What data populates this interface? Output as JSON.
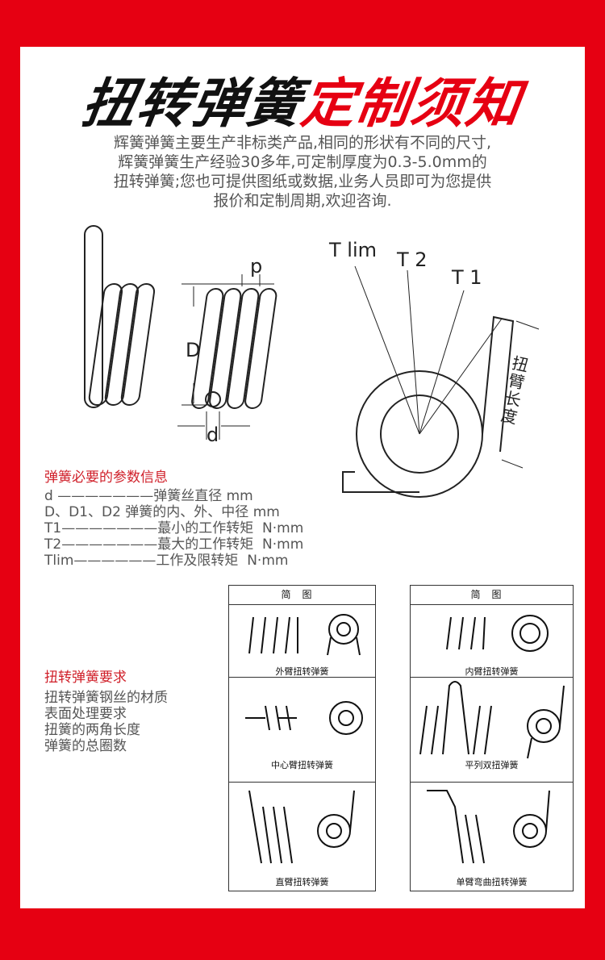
{
  "title": {
    "black": "扭转弹簧",
    "red": "定制须知"
  },
  "intro": [
    "辉簧弹簧主要生产非标类产品,相同的形状有不同的尺寸,",
    "辉簧弹簧生产经验30多年,可定制厚度为0.3-5.0mm的",
    "扭转弹簧;您也可提供图纸或数据,业务人员即可为您提供",
    "报价和定制周期,欢迎咨询."
  ],
  "diagram_labels": {
    "p": "p",
    "D": "D",
    "d": "d",
    "tlim": "T lim",
    "t2": "T 2",
    "t1": "T 1",
    "arm_length": "扭臂长度"
  },
  "params": {
    "heading": "弹簧必要的参数信息",
    "lines": [
      "d ———————弹簧丝直径 mm",
      "D、D1、D2 弹簧的内、外、中径 mm",
      "T1———————蕞小的工作转矩  N·mm",
      "T2———————蕞大的工作转矩  N·mm",
      "Tlim——————工作及限转矩  N·mm"
    ]
  },
  "requirements": {
    "heading": "扭转弹簧要求",
    "items": [
      "扭转弹簧钢丝的材质",
      "表面处理要求",
      "扭簧的两角长度",
      "弹簧的总圈数"
    ]
  },
  "tables": {
    "header": "简图",
    "left": [
      "外臂扭转弹簧",
      "中心臂扭转弹簧",
      "直臂扭转弹簧"
    ],
    "right": [
      "内臂扭转弹簧",
      "平列双扭弹簧",
      "单臂弯曲扭转弹簧"
    ]
  },
  "colors": {
    "red": "#e60012",
    "text": "#555555"
  }
}
